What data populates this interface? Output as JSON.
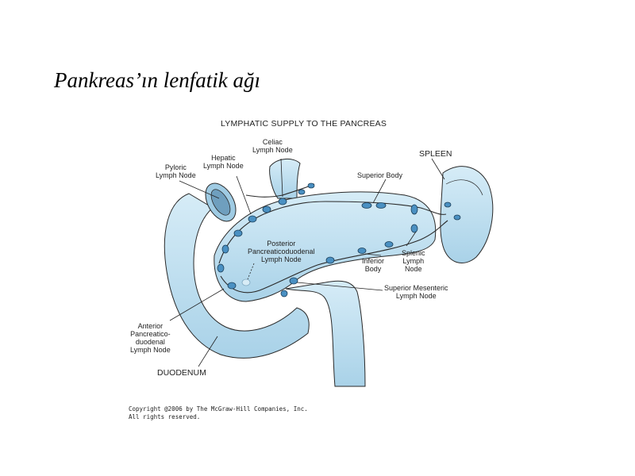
{
  "slide": {
    "title": "Pankreas’ın lenfatik ağı"
  },
  "figure": {
    "title": "LYMPHATIC SUPPLY TO THE PANCREAS",
    "labels": {
      "celiac": "Celiac\nLymph Node",
      "hepatic": "Hepatic\nLymph Node",
      "pyloric": "Pyloric\nLymph Node",
      "spleen": "SPLEEN",
      "superior_body": "Superior Body",
      "posterior": "Posterior\nPancreaticoduodenal\nLymph Node",
      "inferior_body": "Inferior\nBody",
      "splenic": "Splenic\nLymph\nNode",
      "superior_mesenteric": "Superior Mesenteric\nLymph Node",
      "anterior": "Anterior\nPancreatico-\nduodenal\nLymph Node",
      "duodenum": "DUODENUM"
    },
    "copyright": "Copyright @2006 by The McGraw-Hill Companies, Inc.\nAll rights reserved.",
    "colors": {
      "organ_fill": "#bfe0f0",
      "organ_shade": "#9fcbe3",
      "node_fill": "#4a90c2",
      "outline": "#2a2a2a"
    }
  }
}
